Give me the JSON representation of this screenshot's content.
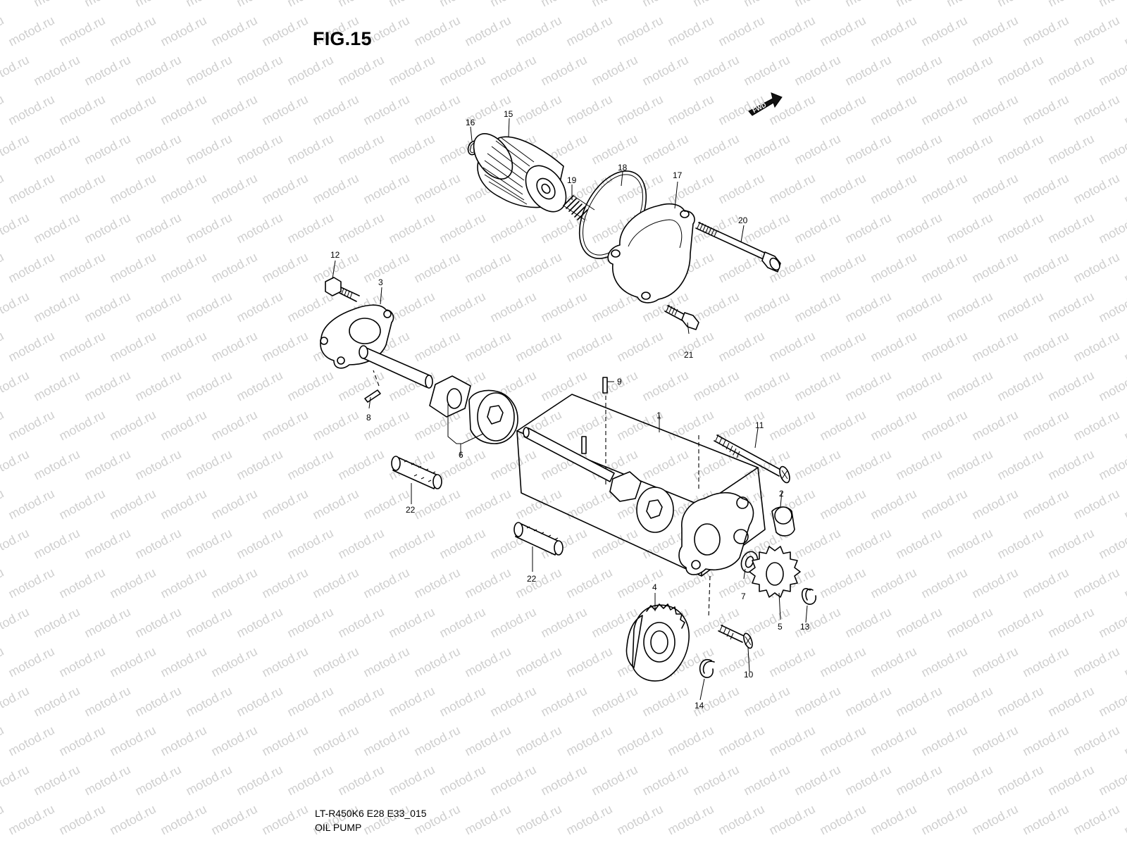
{
  "figure": {
    "title": "FIG.15",
    "direction_marker": "FWD"
  },
  "watermark": {
    "text": "motod.ru",
    "color": "#cfcfcf"
  },
  "callouts": {
    "c1": "1",
    "c2": "2",
    "c3": "3",
    "c4": "4",
    "c5": "5",
    "c6": "6",
    "c7": "7",
    "c8": "8",
    "c9": "9",
    "c10": "10",
    "c11": "11",
    "c12": "12",
    "c13": "13",
    "c14": "14",
    "c15": "15",
    "c16": "16",
    "c17": "17",
    "c18": "18",
    "c19": "19",
    "c20": "20",
    "c21": "21",
    "c22a": "22",
    "c22b": "22"
  },
  "footer": {
    "model_code": "LT-R450K6 E28 E33_015",
    "section_name": "OIL PUMP"
  }
}
